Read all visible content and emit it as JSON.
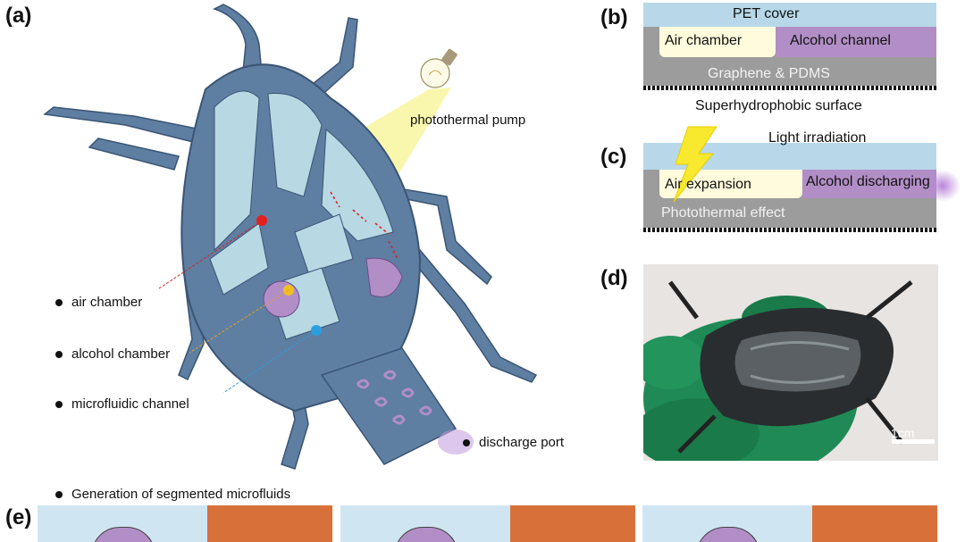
{
  "panels": {
    "a": "(a)",
    "b": "(b)",
    "c": "(c)",
    "d": "(d)",
    "e": "(e)"
  },
  "diagram_a": {
    "photothermal_pump": "photothermal pump",
    "air_chamber": "air chamber",
    "alcohol_chamber": "alcohol chamber",
    "microfluidic_channel": "microfluidic channel",
    "discharge_port": "discharge port"
  },
  "diagram_b": {
    "pet_cover": "PET cover",
    "air_chamber": "Air chamber",
    "alcohol_channel": "Alcohol channel",
    "graphene_pdms": "Graphene & PDMS",
    "superhydrophobic": "Superhydrophobic surface"
  },
  "diagram_c": {
    "light_irradiation": "Light irradiation",
    "air_expansion": "Air expansion",
    "alcohol_discharging": "Alcohol discharging",
    "photothermal_effect": "Photothermal effect"
  },
  "photo_d": {
    "scale_bar": "1cm"
  },
  "panel_e": {
    "caption": "Generation of segmented microfluids"
  },
  "colors": {
    "body_fill": "#5e7ea2",
    "body_light": "#b8d8e4",
    "pet_blue": "#b8d8ea",
    "alcohol_purple": "#b28ec6",
    "air_yellow": "#fffbdc",
    "pdms_gray": "#9c9c9c",
    "glove_green": "#1f8a55",
    "photo_orange": "#d8703a"
  }
}
